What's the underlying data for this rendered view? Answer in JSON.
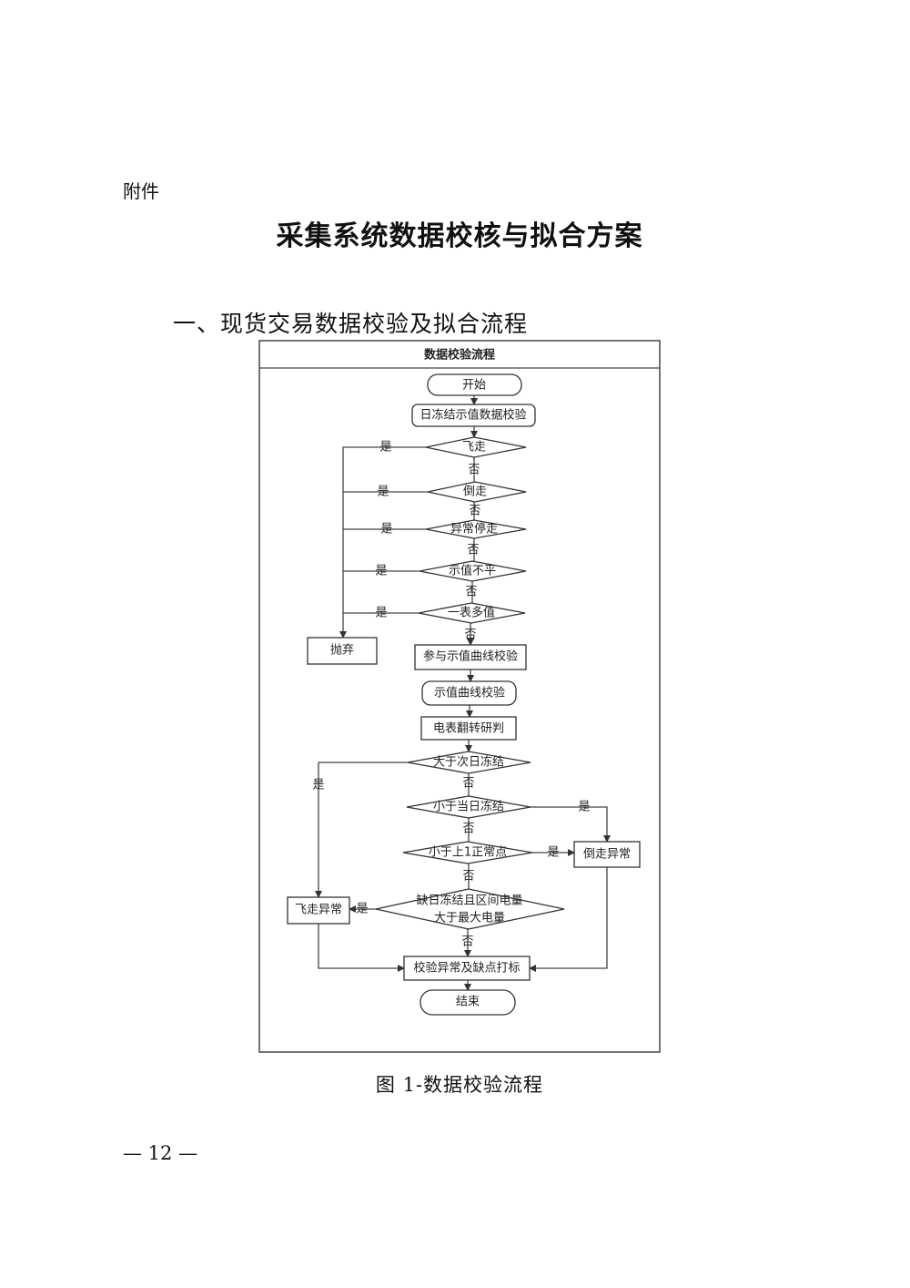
{
  "page": {
    "attachment_label": "附件",
    "title": "采集系统数据校核与拟合方案",
    "section_heading": "一、现货交易数据校验及拟合流程",
    "figure_caption": "图 1-数据校验流程",
    "page_number": "— 12 —"
  },
  "flowchart": {
    "title": "数据校验流程",
    "start": "开始",
    "step_daily_check": "日冻结示值数据校验",
    "d_fly": "飞走",
    "d_reverse": "倒走",
    "d_stop": "异常停走",
    "d_unbalanced": "示值不平",
    "d_multi": "一表多值",
    "discard": "抛弃",
    "step_participate": "参与示值曲线校验",
    "step_curve_check": "示值曲线校验",
    "step_flip": "电表翻转研判",
    "d_gt_next": "大于次日冻结",
    "d_lt_today": "小于当日冻结",
    "d_lt_prev": "小于上1正常点",
    "d_missing_line1": "缺日冻结且区间电量",
    "d_missing_line2": "大于最大电量",
    "fly_abnormal": "飞走异常",
    "reverse_abnormal": "倒走异常",
    "mark": "校验异常及缺点打标",
    "end": "结束",
    "yes": "是",
    "no": "否"
  }
}
